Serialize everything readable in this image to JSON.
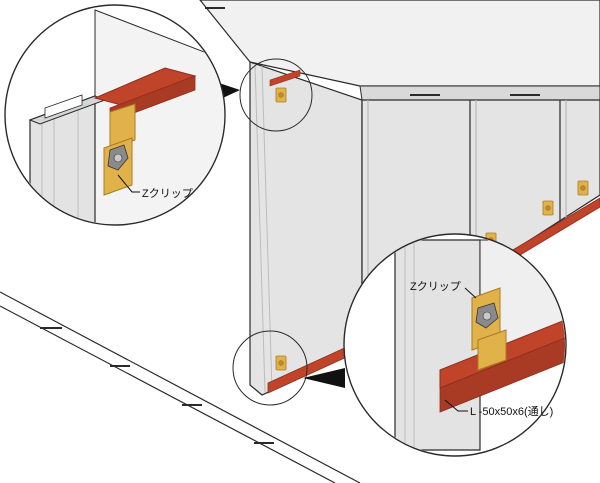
{
  "labels": {
    "zclip_top": "Zクリップ",
    "zclip_bottom": "Zクリップ",
    "angle_note": "L -50x50x6(通し)"
  },
  "colors": {
    "panel": "#e4e4e4",
    "panel_light": "#f1f1f1",
    "panel_dark": "#cfcfcf",
    "outline": "#2a2a2a",
    "angle": "#c0442a",
    "angle_dark": "#8f2d1c",
    "clip": "#e1b24a",
    "clip_dark": "#a77d23"
  }
}
